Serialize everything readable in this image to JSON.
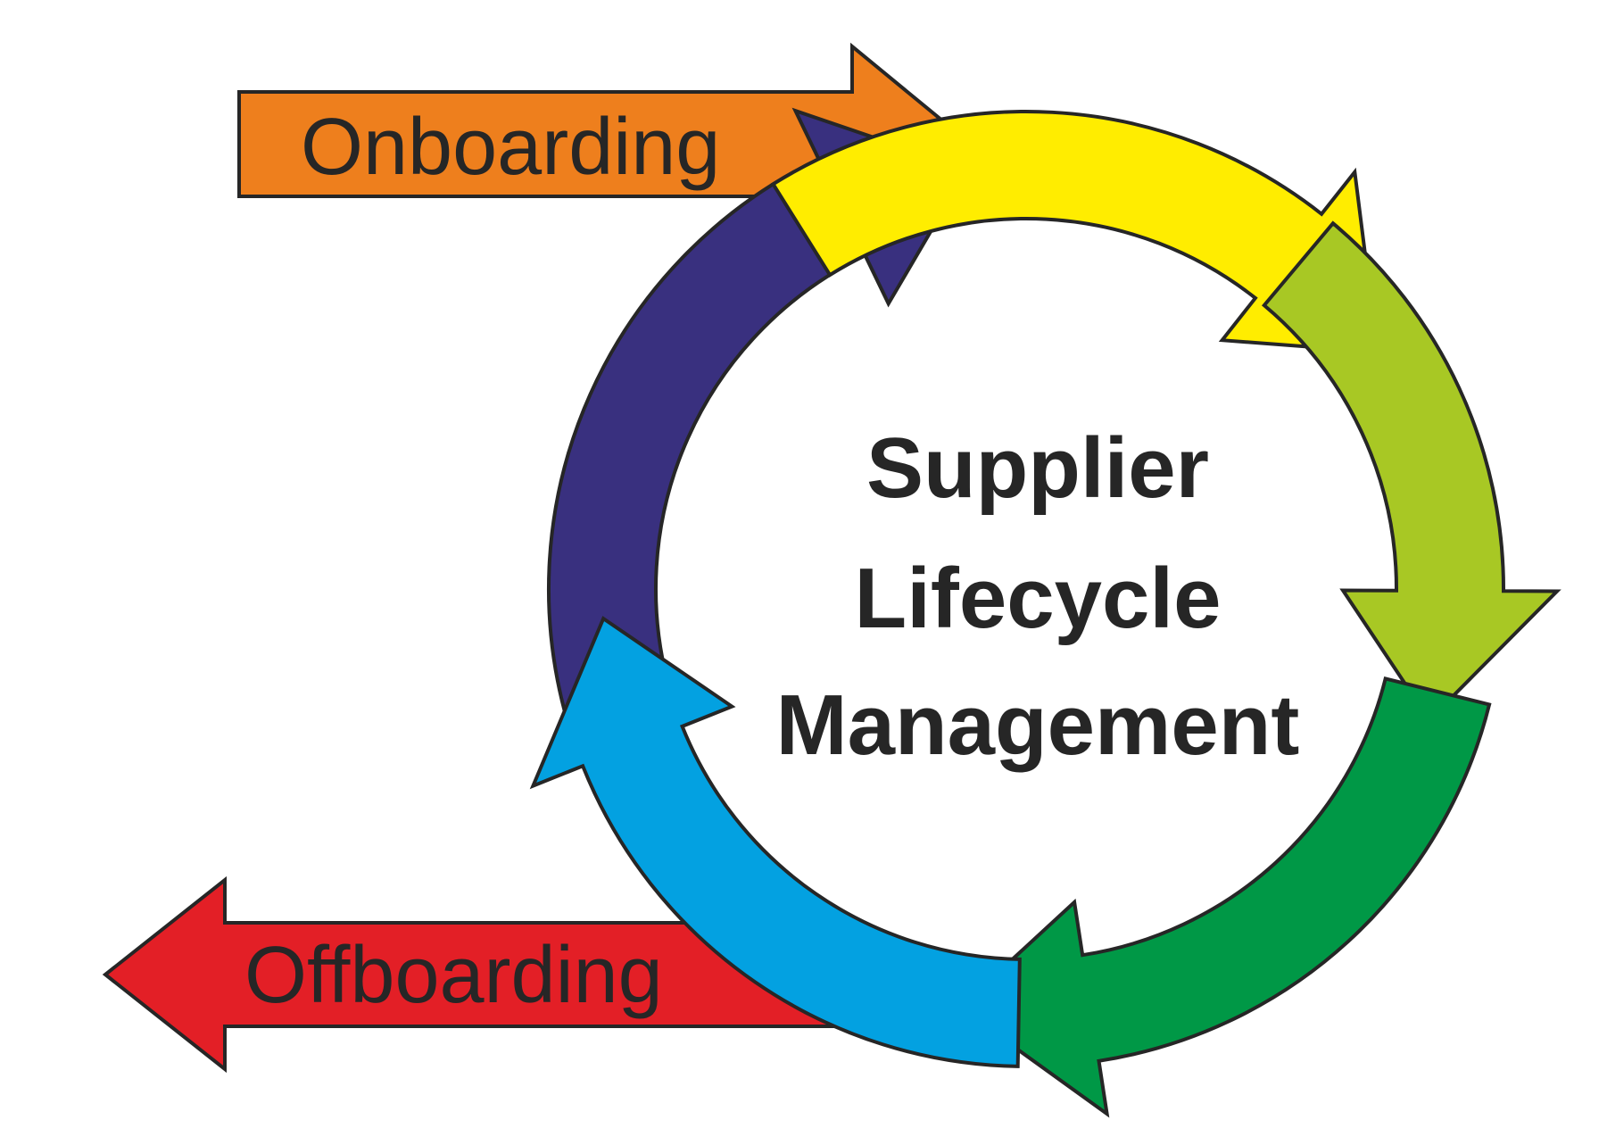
{
  "center": {
    "lines": [
      "Supplier",
      "Lifecycle",
      "Management"
    ]
  },
  "onboarding": {
    "label": "Onboarding",
    "color": "#EE7F1D"
  },
  "offboarding": {
    "label": "Offboarding",
    "color": "#E31F26"
  },
  "cycle_colors": {
    "yellow": "#FFED00",
    "light_green": "#A8C824",
    "green": "#009846",
    "blue": "#03A1E1",
    "purple": "#39307F"
  },
  "outline_color": "#262626"
}
